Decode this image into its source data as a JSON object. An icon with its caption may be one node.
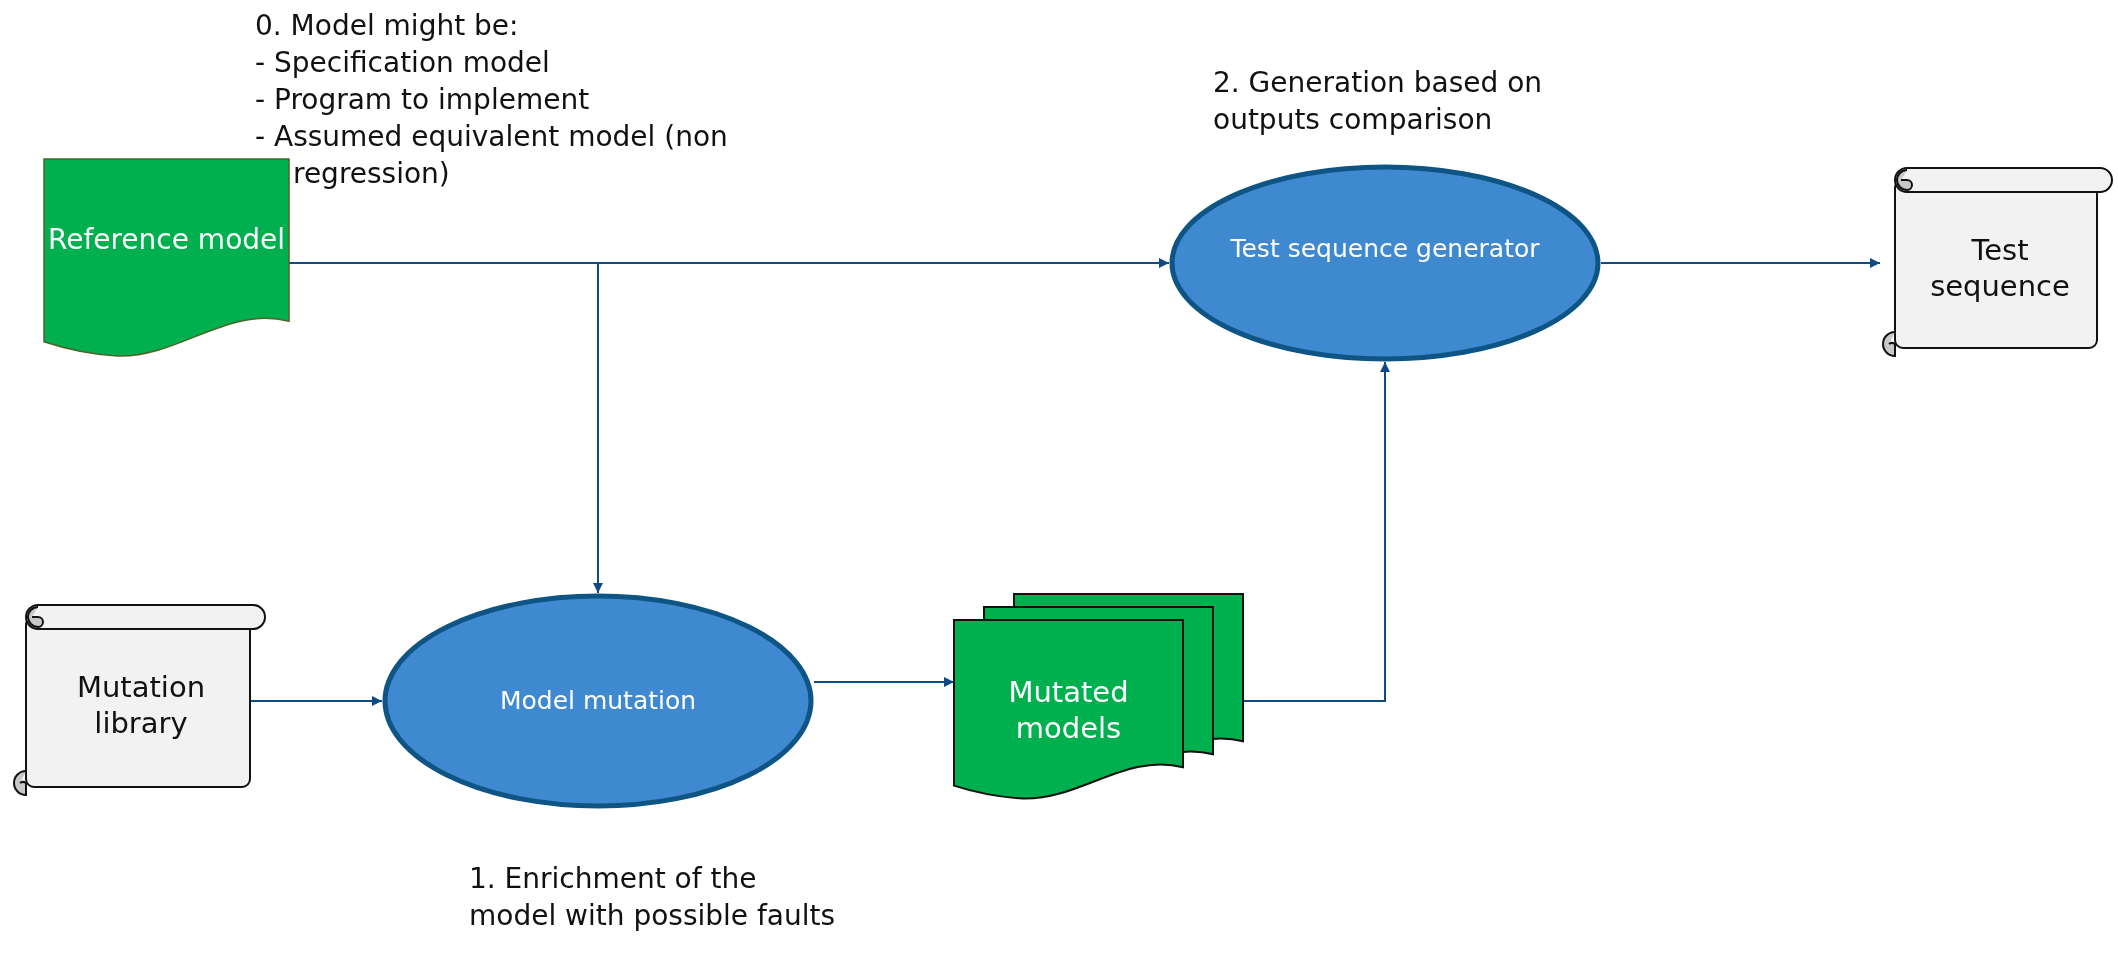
{
  "diagram": {
    "nodes": [
      {
        "text": [
          "Reference model"
        ]
      },
      {
        "text": [
          "Test sequence generator"
        ]
      },
      {
        "text": [
          "Test sequence"
        ]
      },
      {
        "text": [
          "Mutation library"
        ]
      },
      {
        "text": [
          "Model mutation"
        ]
      },
      {
        "text": [
          "Mutated models"
        ]
      }
    ],
    "edges": [
      {
        "from": 0,
        "to": 1,
        "arrow": "to"
      },
      {
        "from": 0,
        "to": 4,
        "arrow": "to"
      },
      {
        "from": 3,
        "to": 4,
        "arrow": "to"
      },
      {
        "from": 4,
        "to": 5,
        "arrow": "to"
      },
      {
        "from": 5,
        "to": 1,
        "arrow": "to"
      },
      {
        "from": 1,
        "to": 2,
        "arrow": "to"
      }
    ],
    "labels": [
      "0.  Model might be:",
      "-  Specification model",
      "-  Program to implement",
      "-  Assumed equivalent model (non regression)",
      "2.  Generation based on outputs comparison",
      "1.  Enrichment of the model with possible faults"
    ]
  }
}
